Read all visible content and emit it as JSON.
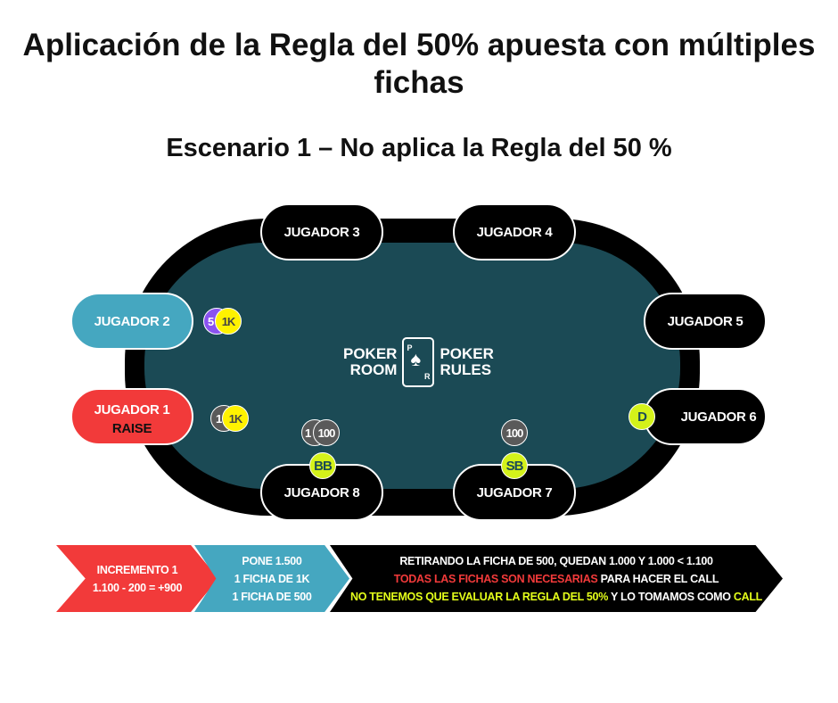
{
  "title": "Aplicación de la Regla del 50% apuesta con múltiples fichas",
  "subtitle": "Escenario 1 – No aplica la Regla del 50 %",
  "logo": {
    "left_top": "POKER",
    "left_bottom": "ROOM",
    "right_top": "POKER",
    "right_bottom": "RULES",
    "card_top": "P",
    "card_bottom": "R",
    "icon": "spade-icon"
  },
  "players": {
    "p1": "JUGADOR 1",
    "p1_action": "RAISE",
    "p2": "JUGADOR 2",
    "p3": "JUGADOR 3",
    "p4": "JUGADOR 4",
    "p5": "JUGADOR 5",
    "p6": "JUGADOR 6",
    "p7": "JUGADOR 7",
    "p8": "JUGADOR 8"
  },
  "chips": {
    "p2_back": "5",
    "p2_front": "1K",
    "p1_back": "1",
    "p1_front": "1K",
    "p8_back": "1",
    "p8_front": "100",
    "p7": "100",
    "bb": "BB",
    "sb": "SB",
    "dealer": "D"
  },
  "colors": {
    "table": "#1b4a55",
    "red": "#f23a3a",
    "blue": "#45a7c0",
    "lime": "#d4f21a"
  },
  "steps": [
    {
      "lines": [
        "INCREMENTO 1",
        "1.100 - 200 = +900"
      ]
    },
    {
      "lines": [
        "PONE 1.500",
        "1 FICHA DE 1K",
        "1 FICHA DE 500"
      ]
    },
    {
      "line1": "RETIRANDO LA FICHA DE 500, QUEDAN 1.000 Y 1.000 < 1.100",
      "line2_red": "TODAS LAS FICHAS SON NECESARIAS",
      "line2_rest": " PARA HACER EL CALL",
      "line3_yellow": "NO TENEMOS QUE EVALUAR LA REGLA DEL 50%",
      "line3_mid": " Y LO TOMAMOS COMO ",
      "line3_call": "CALL"
    }
  ]
}
